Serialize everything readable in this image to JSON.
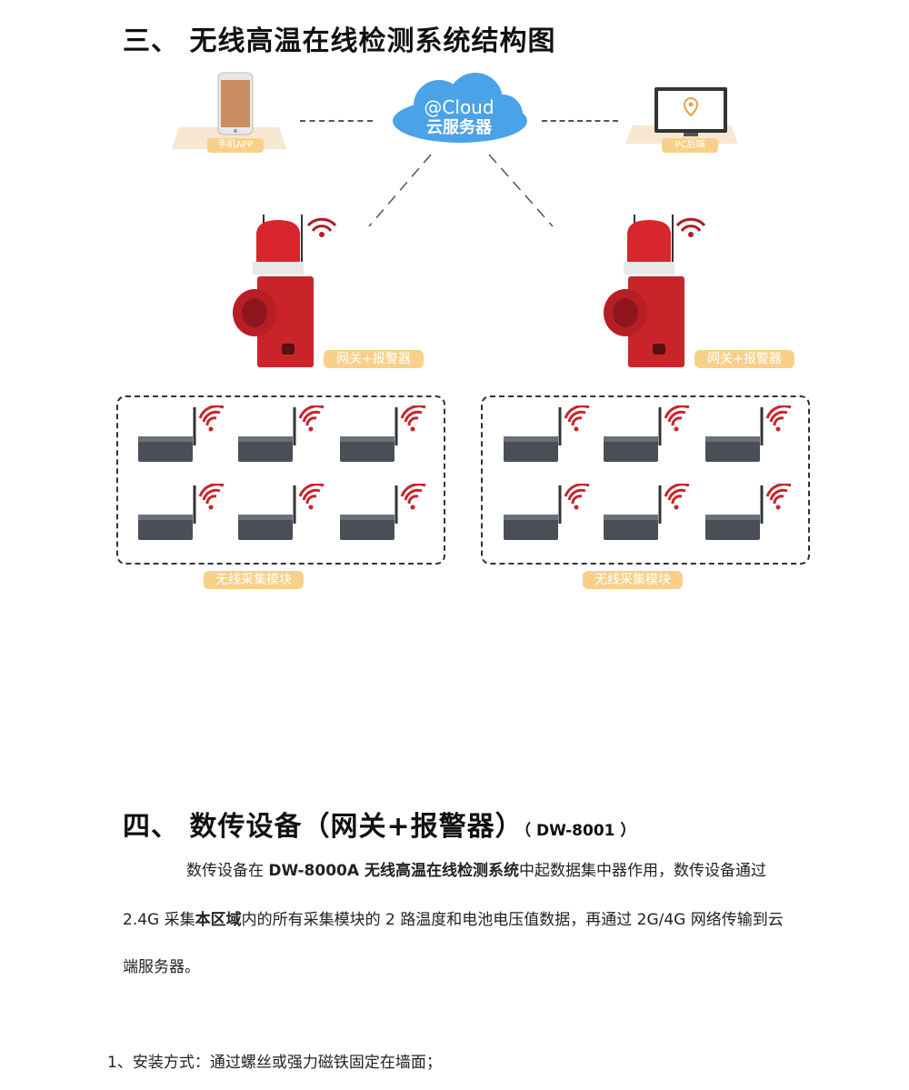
{
  "section3": {
    "title": "三、 无线高温在线检测系统结构图"
  },
  "diagram": {
    "cloud": {
      "line1": "@Cloud",
      "line2": "云服务器"
    },
    "phone_label": "手机APP",
    "pc_label": "PC后端",
    "gateway_label": "网关+报警器",
    "module_group_label": "无线采集模块",
    "colors": {
      "tag": "#f8d08a",
      "alarm_red": "#c8242a",
      "cloud_blue": "#4aa3e8",
      "module_gray": "#4a4f57"
    }
  },
  "section4": {
    "title": "四、 数传设备（网关+报警器）",
    "model": "（ DW-8001 ）",
    "para_line1_a": "数传设备在 ",
    "para_line1_b": "DW-8000A 无线高温在线检测系统",
    "para_line1_c": "中起数据集中器作用，数传设备通过",
    "para_line2_a": "2.4G 采集",
    "para_line2_b": "本区域",
    "para_line2_c": "内的所有采集模块的 2 路温度和电池电压值数据，再通过 2G/4G 网络传输到云",
    "para_line3": "端服务器。",
    "install": "1、安装方式：通过螺丝或强力磁铁固定在墙面；"
  }
}
